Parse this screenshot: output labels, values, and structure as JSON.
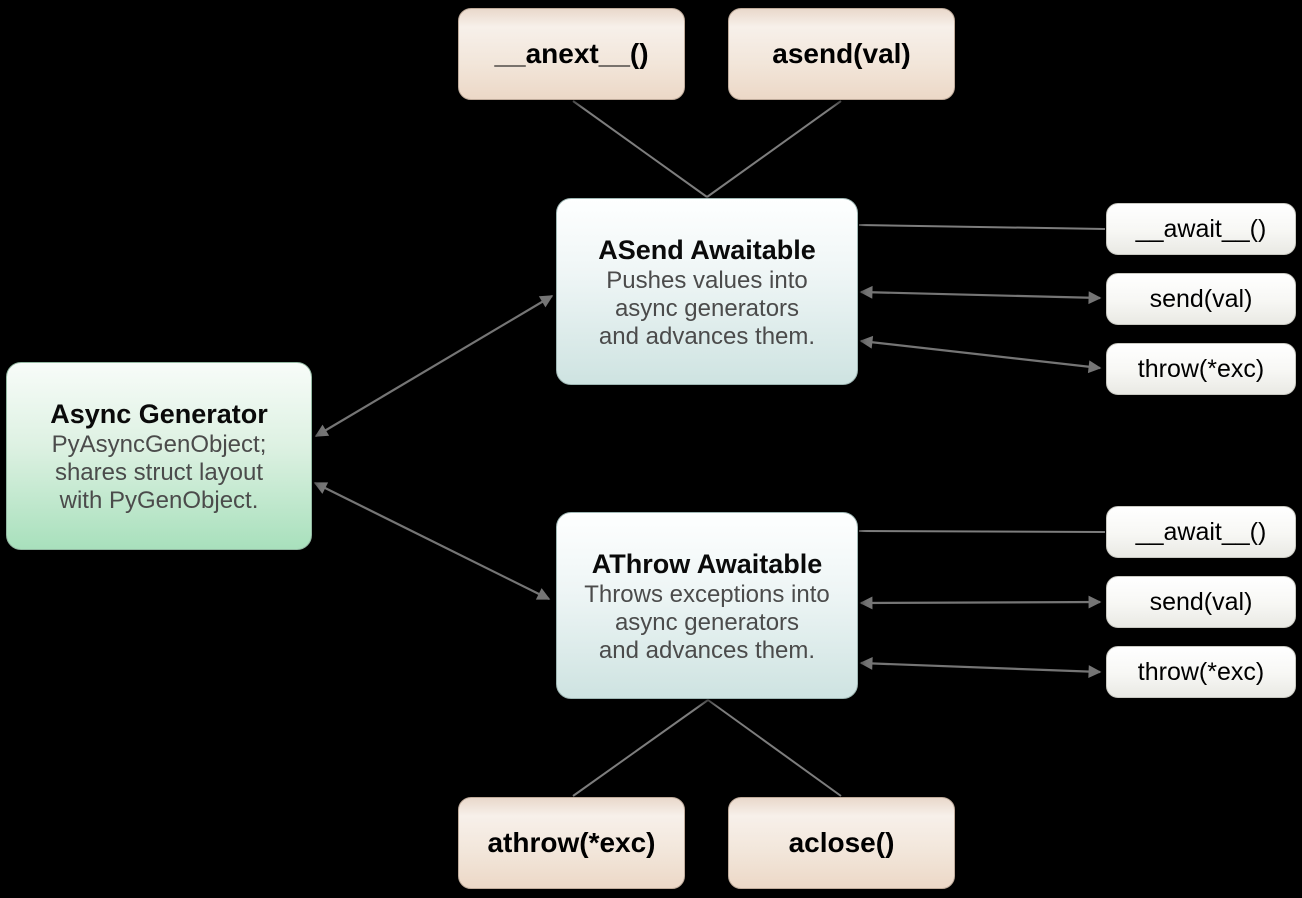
{
  "diagram": {
    "background": "#000000",
    "colors": {
      "connector": "#757575",
      "command_box_gradient_bottom": "#ecd8c7",
      "awaitable_box_gradient_bottom": "#cee3e1",
      "generator_box_gradient_bottom": "#a8e0bc",
      "method_box_gradient_bottom": "#e9e9e4"
    },
    "nodes": {
      "anext": {
        "label": "__anext__()"
      },
      "asend": {
        "label": "asend(val)"
      },
      "athrow_call": {
        "label": "athrow(*exc)"
      },
      "aclose": {
        "label": "aclose()"
      },
      "async_generator": {
        "title": "Async Generator",
        "desc": [
          "PyAsyncGenObject;",
          "shares struct layout",
          "with PyGenObject."
        ]
      },
      "asend_awaitable": {
        "title": "ASend Awaitable",
        "desc": [
          "Pushes values into",
          "async generators",
          "and advances them."
        ]
      },
      "athrow_awaitable": {
        "title": "AThrow Awaitable",
        "desc": [
          "Throws exceptions into",
          "async generators",
          "and advances them."
        ]
      },
      "asend_methods": [
        "__await__()",
        "send(val)",
        "throw(*exc)"
      ],
      "athrow_methods": [
        "__await__()",
        "send(val)",
        "throw(*exc)"
      ]
    }
  }
}
